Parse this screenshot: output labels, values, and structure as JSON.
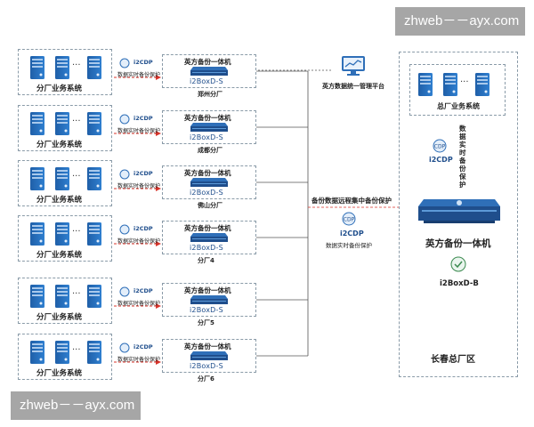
{
  "branches": [
    {
      "system_label": "分厂业务系统",
      "site": "郑州分厂"
    },
    {
      "system_label": "分厂业务系统",
      "site": "成都分厂"
    },
    {
      "system_label": "分厂业务系统",
      "site": "佛山分厂"
    },
    {
      "system_label": "分厂业务系统",
      "site": "分厂4"
    },
    {
      "system_label": "分厂业务系统",
      "site": "分厂5"
    },
    {
      "system_label": "分厂业务系统",
      "site": "分厂6"
    }
  ],
  "branch_device": {
    "title": "英方备份一体机",
    "model": "i2BoxD-S"
  },
  "branch_link": {
    "protocol": "i2CDP",
    "desc": "数据实时备份保护"
  },
  "management": {
    "label": "英方数据统一管理平台"
  },
  "central_link": {
    "title": "备份数据远程集中备份保护",
    "protocol": "i2CDP",
    "desc": "数据实时备份保护"
  },
  "hq": {
    "system_label": "总厂业务系统",
    "vertical_desc": "数据实时备份保护",
    "protocol": "i2CDP",
    "device_title": "英方备份一体机",
    "device_model": "i2BoxD-B",
    "area_label": "长春总厂区"
  },
  "watermarks": {
    "top": "zhweb－－ayx.com",
    "bottom": "zhweb－－ayx.com"
  },
  "colors": {
    "accent": "#1f4e8c",
    "arrow": "#d9342b",
    "dash": "#8a9ba8"
  }
}
